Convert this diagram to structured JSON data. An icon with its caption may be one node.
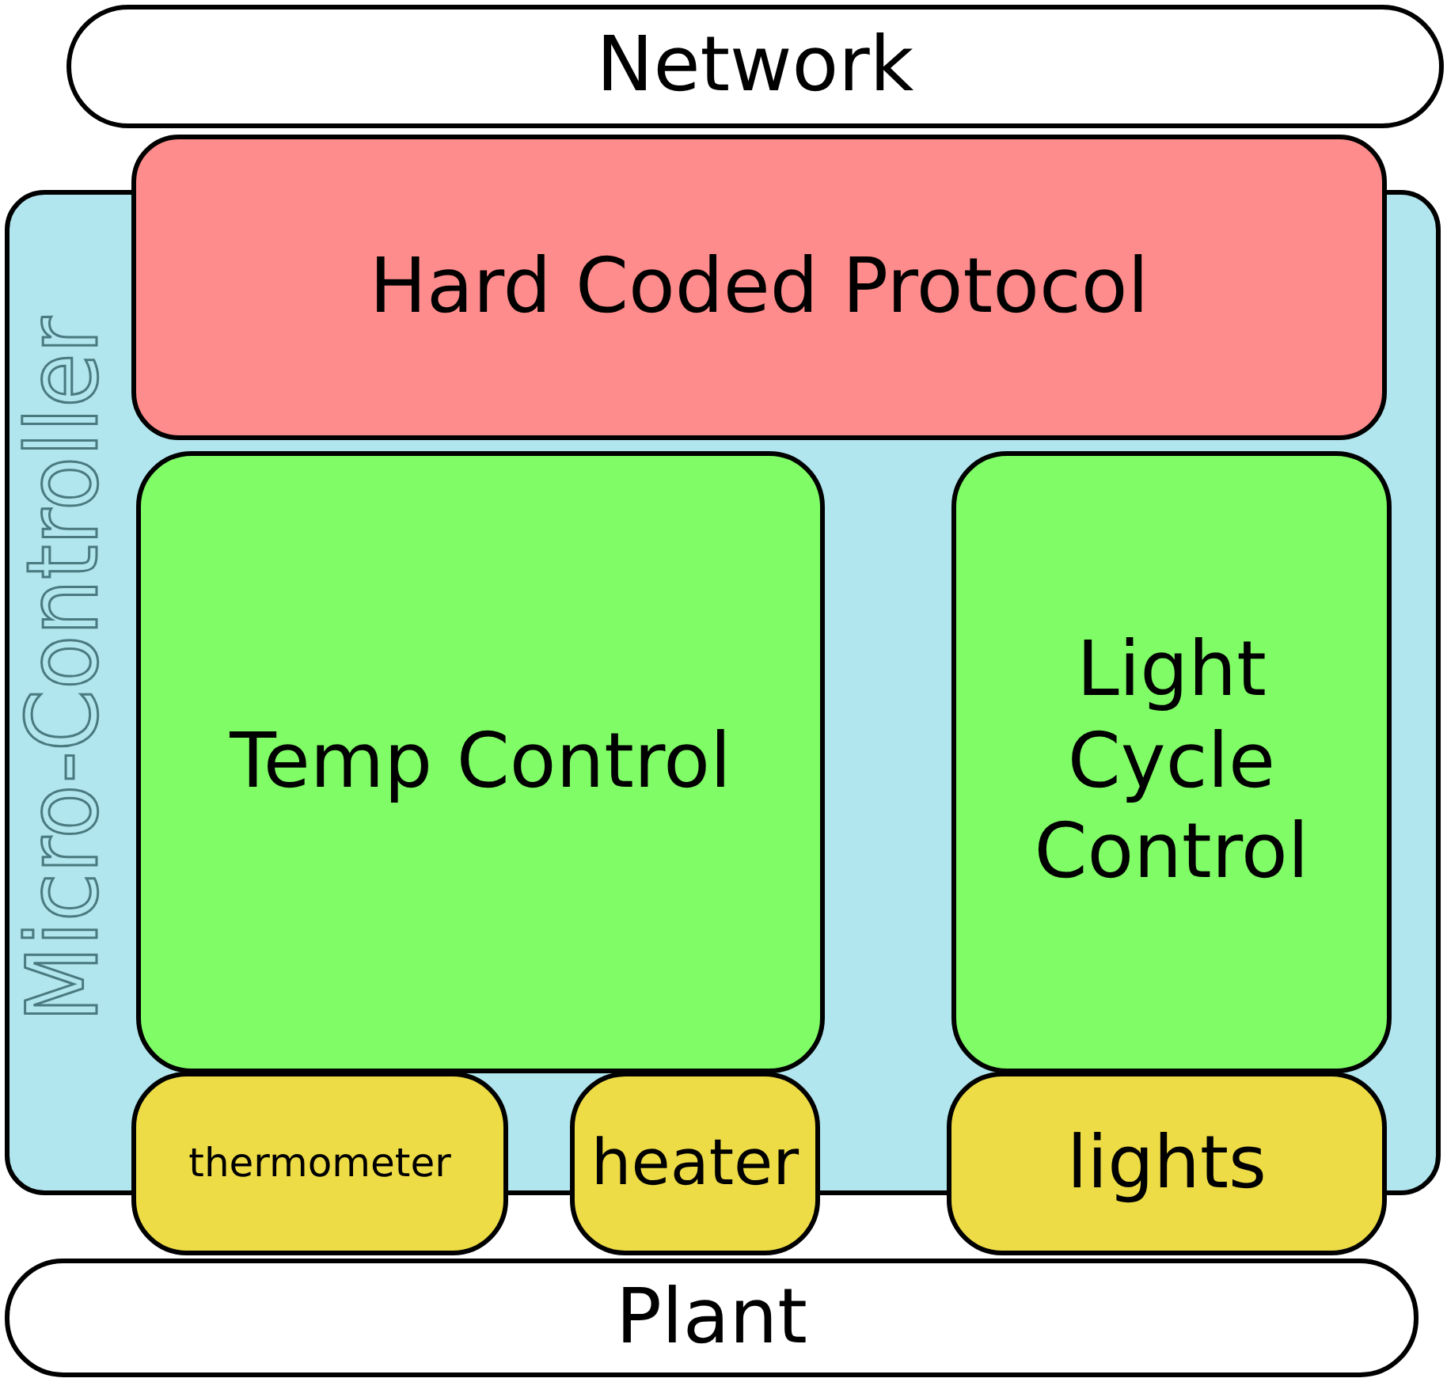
{
  "diagram": {
    "nodes": [
      {
        "text": [
          "Network"
        ]
      },
      {
        "text": [
          "Micro-Controller"
        ]
      },
      {
        "text": [
          "Hard Coded Protocol"
        ]
      },
      {
        "text": [
          "Temp Control"
        ],
        "in": 1
      },
      {
        "text": [
          "Light Cycle Control"
        ],
        "in": 1
      },
      {
        "text": [
          "thermometer"
        ]
      },
      {
        "text": [
          "heater"
        ]
      },
      {
        "text": [
          "lights"
        ]
      },
      {
        "text": [
          "Plant"
        ]
      }
    ]
  }
}
